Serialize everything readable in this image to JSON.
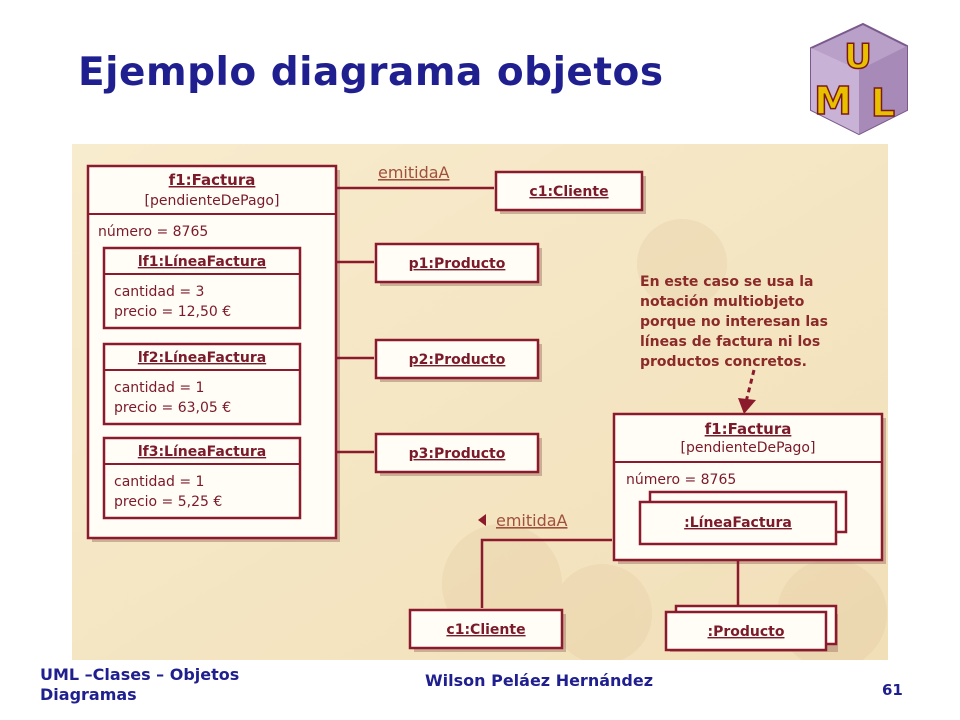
{
  "slide": {
    "title": "Ejemplo diagrama objetos",
    "footer_left": "UML –Clases – Objetos Diagramas",
    "footer_center": "Wilson Peláez Hernández",
    "page_number": "61"
  },
  "logo": {
    "letters": [
      "U",
      "M",
      "L"
    ]
  },
  "colors": {
    "title": "#1f1f8f",
    "box_border": "#8b1a2c",
    "box_fill": "#fffdf6",
    "background": "#f6e8c6",
    "link_label": "#a0503c"
  },
  "diagram": {
    "factura_main": {
      "name": "f1:Factura",
      "state": "[pendienteDePago]",
      "attr": "número = 8765"
    },
    "lineas": [
      {
        "name": "lf1:LíneaFactura",
        "attr1": "cantidad = 3",
        "attr2": "precio = 12,50 €"
      },
      {
        "name": "lf2:LíneaFactura",
        "attr1": "cantidad = 1",
        "attr2": "precio = 63,05 €"
      },
      {
        "name": "lf3:LíneaFactura",
        "attr1": "cantidad = 1",
        "attr2": "precio = 5,25 €"
      }
    ],
    "cliente_main": "c1:Cliente",
    "link_label": "emitidaA",
    "productos": [
      "p1:Producto",
      "p2:Producto",
      "p3:Producto"
    ],
    "note": [
      "En este caso se usa la",
      "notación multiobjeto",
      "porque no interesan las",
      "líneas de factura ni los",
      "productos concretos."
    ],
    "factura_multi": {
      "name": "f1:Factura",
      "state": "[pendienteDePago]",
      "attr": "número = 8765"
    },
    "multi_linea": ":LíneaFactura",
    "link_label_2": "emitidaA",
    "cliente_2": "c1:Cliente",
    "multi_producto": ":Producto"
  }
}
